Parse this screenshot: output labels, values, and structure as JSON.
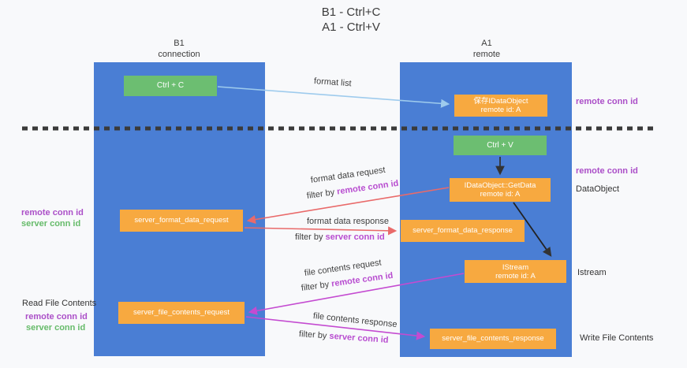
{
  "title": {
    "line1": "B1 - Ctrl+C",
    "line2": "A1 - Ctrl+V"
  },
  "columns": {
    "left": {
      "name": "B1",
      "role": "connection"
    },
    "right": {
      "name": "A1",
      "role": "remote"
    }
  },
  "boxes": {
    "ctrl_c": "Ctrl + C",
    "ctrl_v": "Ctrl + V",
    "save_idataobject": {
      "line1": "保存IDataObject",
      "line2": "remote id: A"
    },
    "getdata": {
      "line1": "IDataObject::GetData",
      "line2": "remote id: A"
    },
    "istream": {
      "line1": "IStream",
      "line2": "remote id: A"
    },
    "server_format_data_request": "server_format_data_request",
    "server_format_data_response": "server_format_data_response",
    "server_file_contents_request": "server_file_contents_request",
    "server_file_contents_response": "server_file_contents_response"
  },
  "arrow_labels": {
    "format_list": "format list",
    "format_data_request": "format data request",
    "format_data_response": "format data response",
    "file_contents_request": "file contents request",
    "file_contents_response": "file contents response",
    "filter_by": "filter by",
    "remote_conn_id": "remote conn id",
    "server_conn_id": "server conn id"
  },
  "side_labels": {
    "remote_conn_id": "remote conn id",
    "server_conn_id": "server conn id",
    "dataobject": "DataObject",
    "istream": "Istream",
    "read_file_contents": "Read File Contents",
    "write_file_contents": "Write File Contents"
  },
  "colors": {
    "column_blue": "#4A7ED4",
    "box_green": "#6CBE71",
    "box_orange": "#F7A940",
    "arrow_blue": "#9ECBED",
    "arrow_red": "#E96A6A",
    "arrow_magenta": "#C44BD1",
    "arrow_black": "#333333",
    "remote_conn_id_purple": "#AB4FC8",
    "server_conn_id_green": "#66BB6A"
  }
}
